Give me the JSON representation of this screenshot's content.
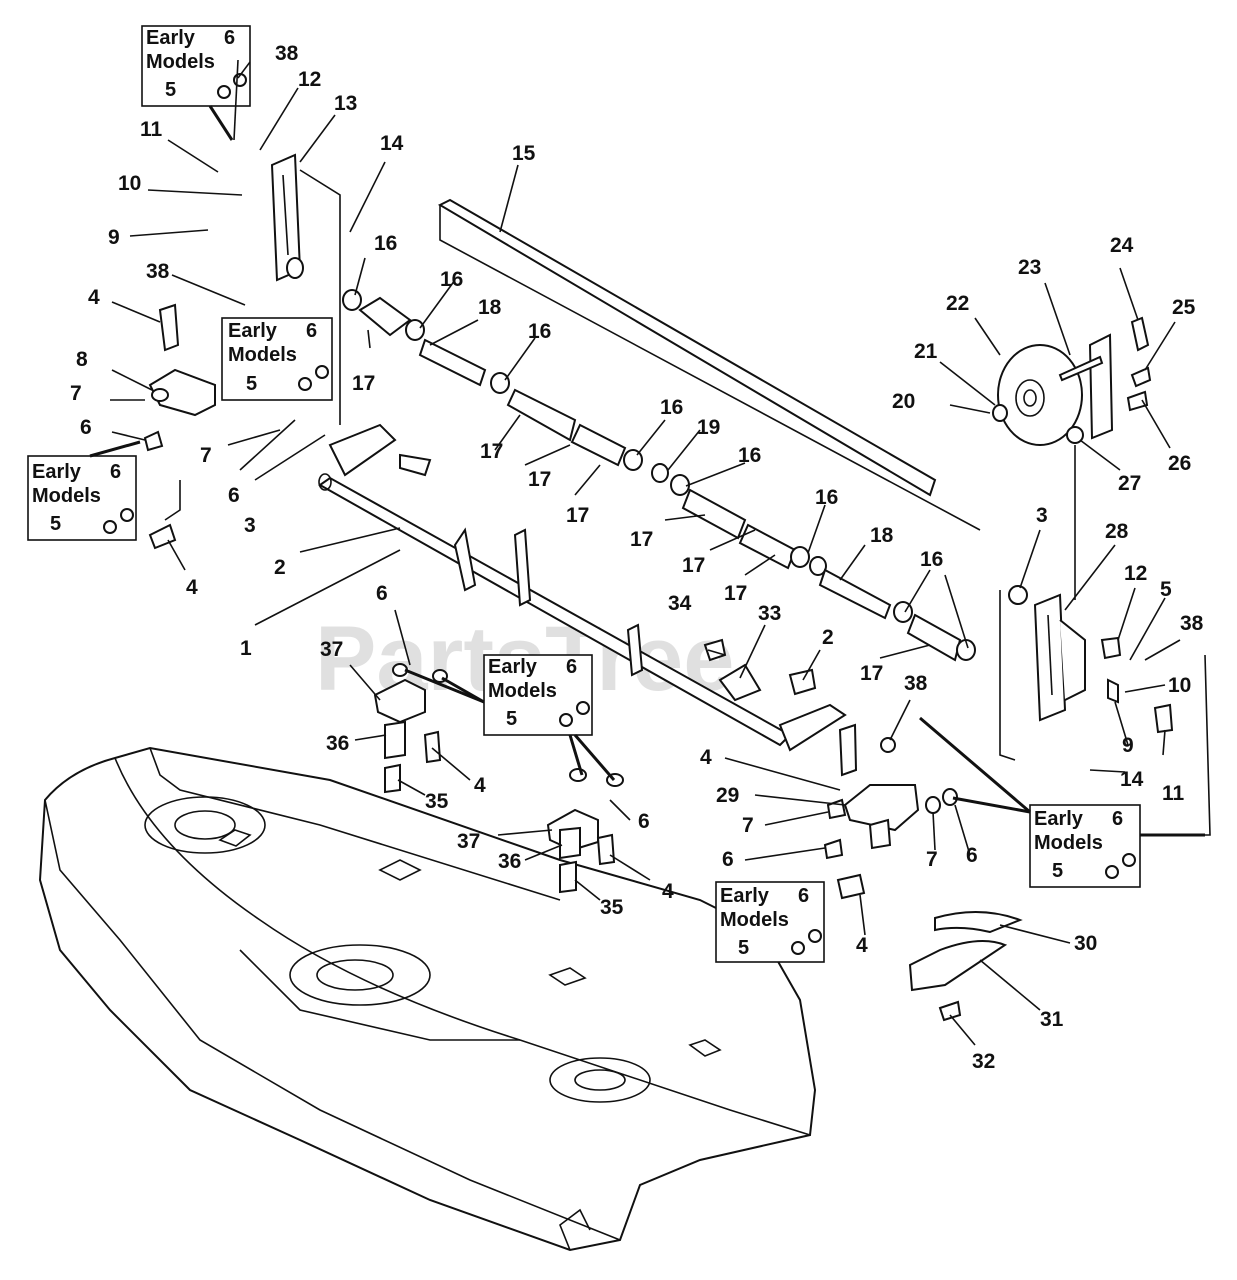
{
  "watermark": "PartsTree",
  "callouts": {
    "c1": "1",
    "c2a": "2",
    "c2b": "2",
    "c3a": "3",
    "c3b": "3",
    "c4a": "4",
    "c4b": "4",
    "c4c": "4",
    "c4d": "4",
    "c4e": "4",
    "c4f": "4",
    "c5a": "5",
    "c6a": "6",
    "c6b": "6",
    "c6c": "6",
    "c6d": "6",
    "c6e": "6",
    "c6f": "6",
    "c7a": "7",
    "c7b": "7",
    "c7c": "7",
    "c7d": "7",
    "c8": "8",
    "c9a": "9",
    "c9b": "9",
    "c10a": "10",
    "c10b": "10",
    "c11a": "11",
    "c11b": "11",
    "c12a": "12",
    "c12b": "12",
    "c13": "13",
    "c14a": "14",
    "c14b": "14",
    "c15": "15",
    "c16a": "16",
    "c16b": "16",
    "c16c": "16",
    "c16d": "16",
    "c16e": "16",
    "c16f": "16",
    "c16g": "16",
    "c17a": "17",
    "c17b": "17",
    "c17c": "17",
    "c17d": "17",
    "c17e": "17",
    "c17f": "17",
    "c17g": "17",
    "c17h": "17",
    "c18a": "18",
    "c18b": "18",
    "c19": "19",
    "c20": "20",
    "c21": "21",
    "c22": "22",
    "c23": "23",
    "c24": "24",
    "c25": "25",
    "c26": "26",
    "c27": "27",
    "c28": "28",
    "c29": "29",
    "c30": "30",
    "c31": "31",
    "c32": "32",
    "c33": "33",
    "c34": "34",
    "c35a": "35",
    "c35b": "35",
    "c36a": "36",
    "c36b": "36",
    "c37a": "37",
    "c37b": "37",
    "c38a": "38",
    "c38b": "38",
    "c38c": "38",
    "c38d": "38"
  },
  "early_models_boxes": [
    {
      "line1": "Early",
      "line2": "Models",
      "num_a": "6",
      "num_b": "5"
    },
    {
      "line1": "Early",
      "line2": "Models",
      "num_a": "6",
      "num_b": "5"
    },
    {
      "line1": "Early",
      "line2": "Models",
      "num_a": "6",
      "num_b": "5"
    },
    {
      "line1": "Early",
      "line2": "Models",
      "num_a": "6",
      "num_b": "5"
    },
    {
      "line1": "Early",
      "line2": "Models",
      "num_a": "6",
      "num_b": "5"
    },
    {
      "line1": "Early",
      "line2": "Models",
      "num_a": "6",
      "num_b": "5"
    }
  ]
}
